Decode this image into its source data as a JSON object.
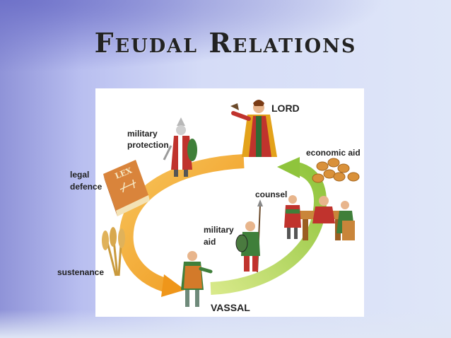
{
  "slide": {
    "title": "Feudal Relations"
  },
  "diagram": {
    "labels": {
      "lord": "LORD",
      "vassal": "VASSAL",
      "military_protection_1": "military",
      "military_protection_2": "protection",
      "legal_defence_1": "legal",
      "legal_defence_2": "defence",
      "sustenance": "sustenance",
      "economic_aid": "economic aid",
      "counsel": "counsel",
      "military_aid_1": "military",
      "military_aid_2": "aid"
    },
    "book_text": "LEX",
    "colors": {
      "orange_arrow": "#f3a21f",
      "green_arrow": "#a7d14a",
      "gold_coin": "#d9913a",
      "red_tunic": "#c0332d",
      "green_tunic": "#3f7f3a"
    }
  }
}
